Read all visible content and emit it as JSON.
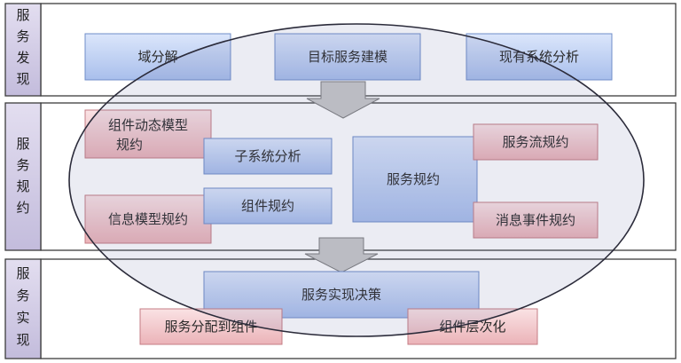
{
  "phases": [
    {
      "id": "discovery",
      "chars": [
        "服",
        "务",
        "发",
        "现"
      ]
    },
    {
      "id": "spec",
      "chars": [
        "服",
        "务",
        "规",
        "约"
      ]
    },
    {
      "id": "realize",
      "chars": [
        "服",
        "务",
        "实",
        "现"
      ]
    }
  ],
  "boxes": {
    "domain_decomposition": "域分解",
    "target_service_modeling": "目标服务建模",
    "existing_system_analysis": "现有系统分析",
    "component_dynamic_model_line1": "组件动态模型",
    "component_dynamic_model_line2": "规约",
    "subsystem_analysis": "子系统分析",
    "service_spec": "服务规约",
    "service_flow_spec": "服务流规约",
    "info_model_spec": "信息模型规约",
    "component_spec": "组件规约",
    "message_event_spec": "消息事件规约",
    "service_realization_decision": "服务实现决策",
    "allocate_service_to_component": "服务分配到组件",
    "component_layering": "组件层次化"
  },
  "colors": {
    "blue_fill_top": "#dbe6fb",
    "blue_fill_bottom": "#a9bfec",
    "red_fill_top": "#fae2e4",
    "red_fill_bottom": "#ebb3b8",
    "side_top": "#e3def0",
    "side_bottom": "#c3bcdc"
  }
}
